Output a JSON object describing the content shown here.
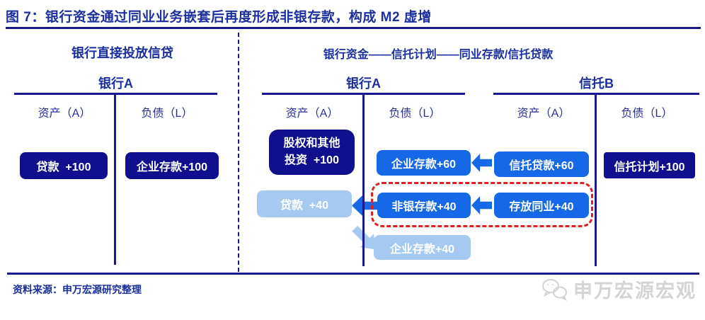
{
  "title": "图 7：银行资金通过同业业务嵌套后再度形成非银存款，构成 M2 虚增",
  "colors": {
    "navy_box": "#10108e",
    "bright_blue": "#1668e6",
    "light_blue": "#a6c9f2",
    "line_navy": "#1a1a90",
    "text_navy": "#1c2f9e",
    "red_dashed": "#e02020",
    "watermark_gray": "#d4d4d4"
  },
  "left_panel": {
    "heading": "银行直接投放信贷",
    "account": {
      "name": "银行A",
      "asset_header": "资产（A）",
      "liability_header": "负债（L）",
      "asset_items": [
        {
          "label": "贷款  +100"
        }
      ],
      "liability_items": [
        {
          "label": "企业存款+100"
        }
      ]
    }
  },
  "right_panel": {
    "heading": "银行资金——信托计划——同业存款/信托贷款",
    "bank_account": {
      "name": "银行A",
      "asset_header": "资产（A）",
      "liability_header": "负债（L）",
      "equity_box_line1": "股权和其他",
      "equity_box_line2": "投资  +100",
      "loan_box": "贷款  +40",
      "corp_deposit_60": "企业存款+60",
      "nonbank_deposit_40": "非银存款+40",
      "corp_deposit_40": "企业存款+40"
    },
    "trust_account": {
      "name": "信托B",
      "asset_header": "资产（A）",
      "liability_header": "负债（L）",
      "trust_loan_60": "信托贷款+60",
      "interbank_deposit_40": "存放同业+40",
      "trust_plan_100": "信托计划+100"
    }
  },
  "footer": {
    "source": "资料来源：申万宏源研究整理",
    "watermark": "申万宏源宏观"
  }
}
